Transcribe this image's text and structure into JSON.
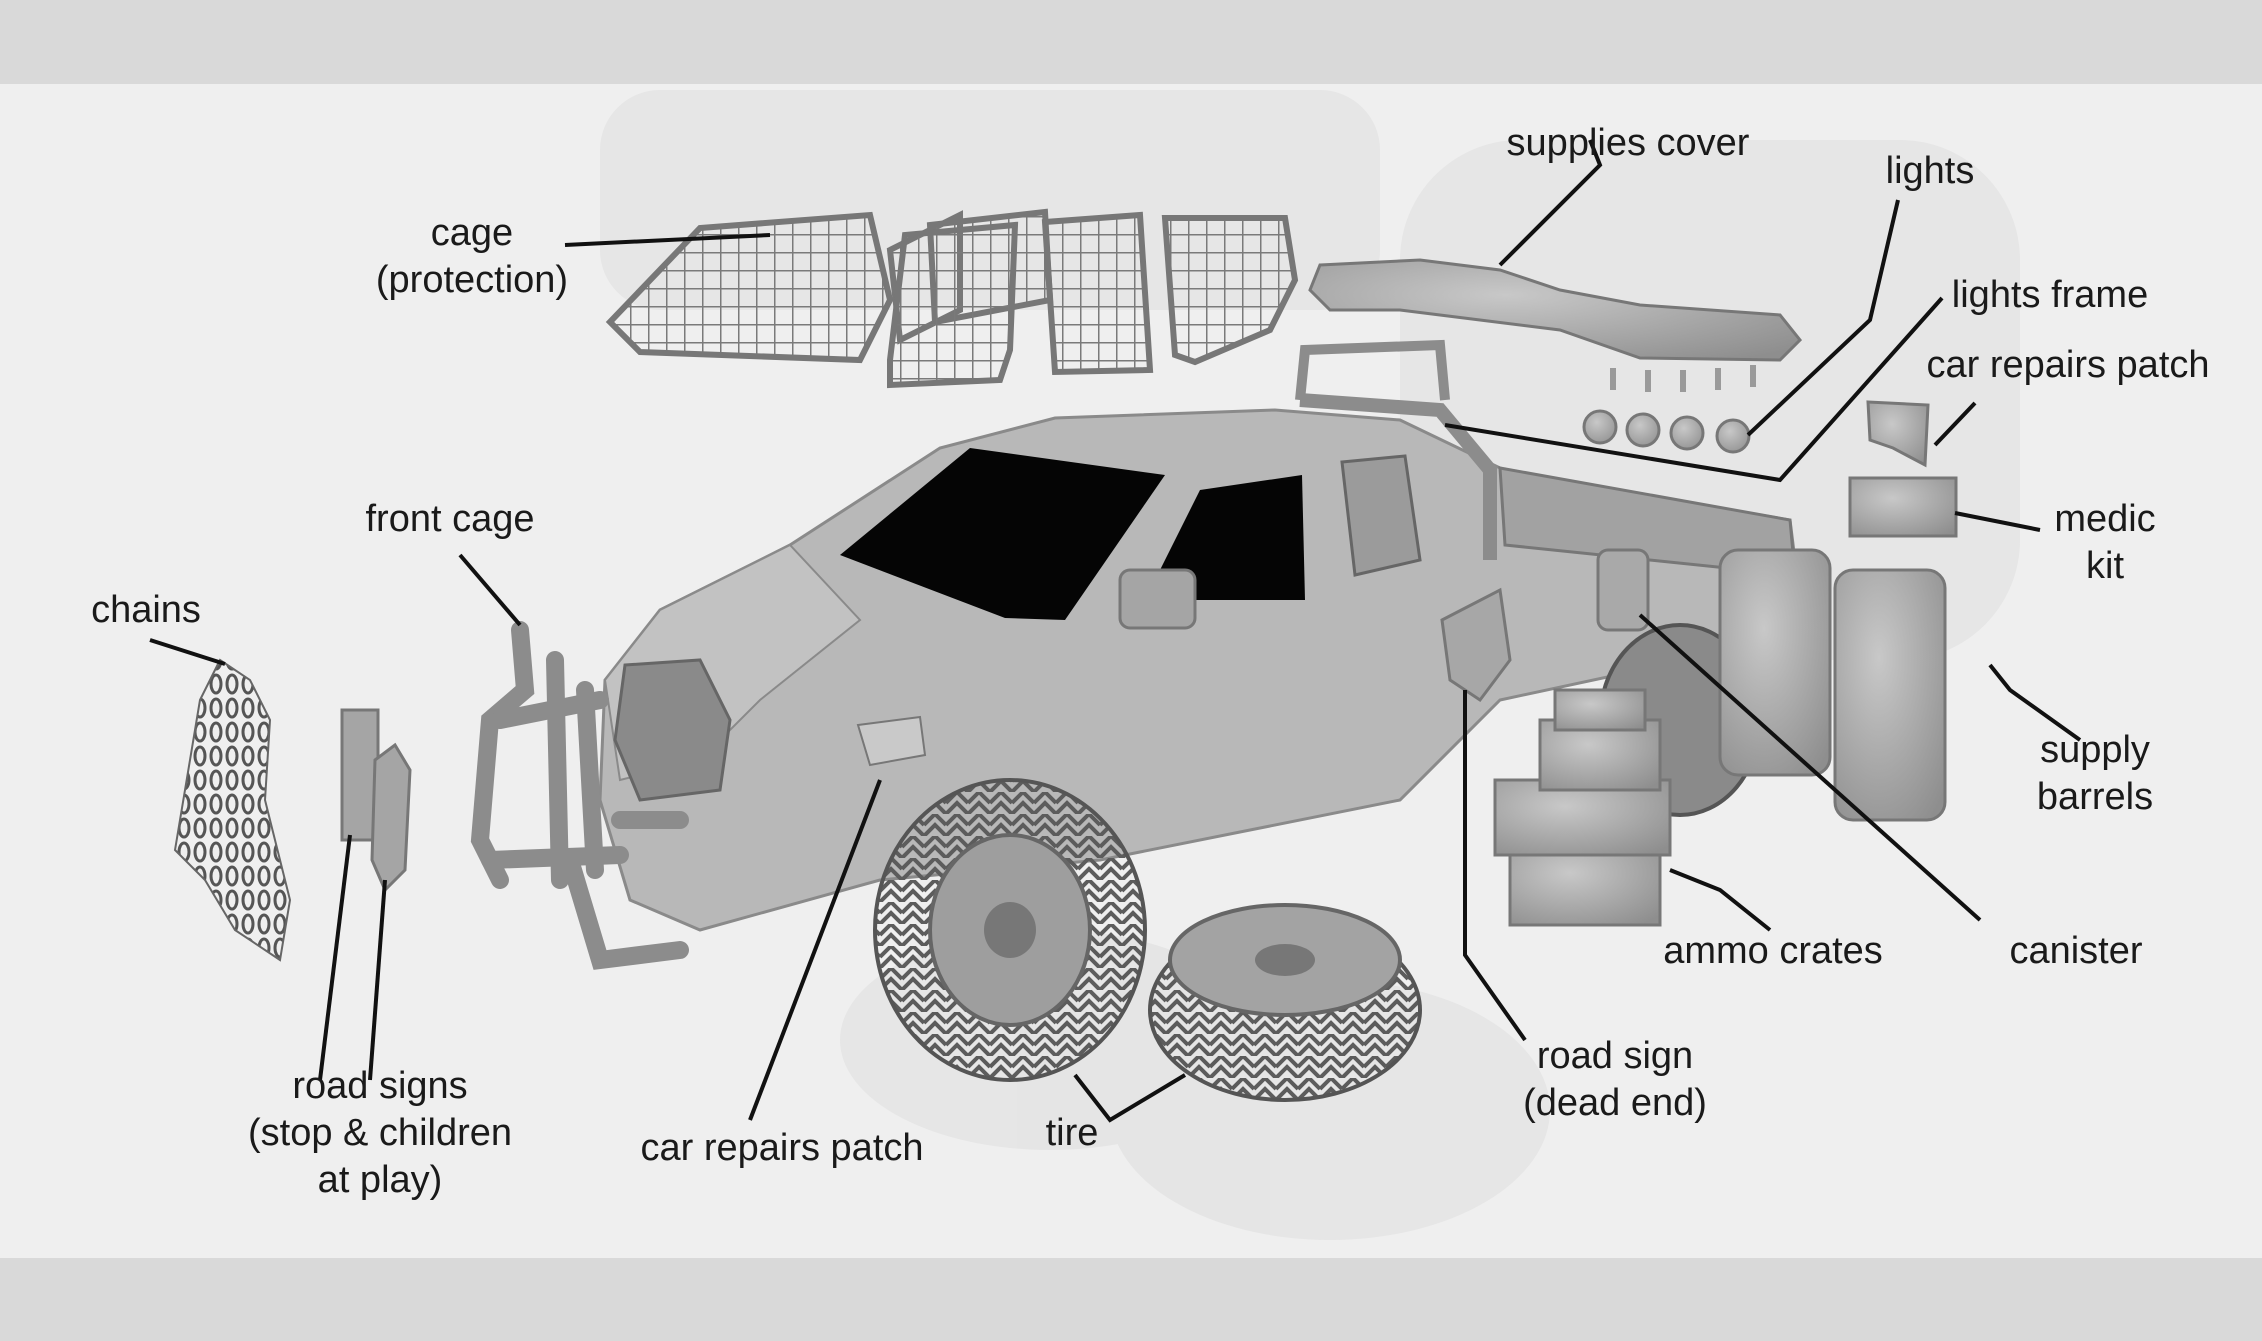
{
  "labels": {
    "cage": [
      "cage",
      "(protection)"
    ],
    "supplies_cover": "supplies cover",
    "lights": "lights",
    "lights_frame": "lights frame",
    "car_repairs_patch_top": "car repairs patch",
    "medic_kit": [
      "medic",
      "kit"
    ],
    "front_cage": "front cage",
    "chains": "chains",
    "supply_barrels": [
      "supply",
      "barrels"
    ],
    "ammo_crates": "ammo crates",
    "canister": "canister",
    "road_sign_dead_end": [
      "road sign",
      "(dead end)"
    ],
    "road_signs": [
      "road signs",
      "(stop & children",
      "at play)"
    ],
    "car_repairs_patch_bottom": "car repairs patch",
    "tire": "tire"
  },
  "colors": {
    "background": "#efefef",
    "frame_band": "#d9d9d9",
    "model_gray": "#a9a9a9",
    "model_dark": "#6e6e6e",
    "window_black": "#050505",
    "leader_line": "#111111",
    "text": "#1a1a1a"
  }
}
